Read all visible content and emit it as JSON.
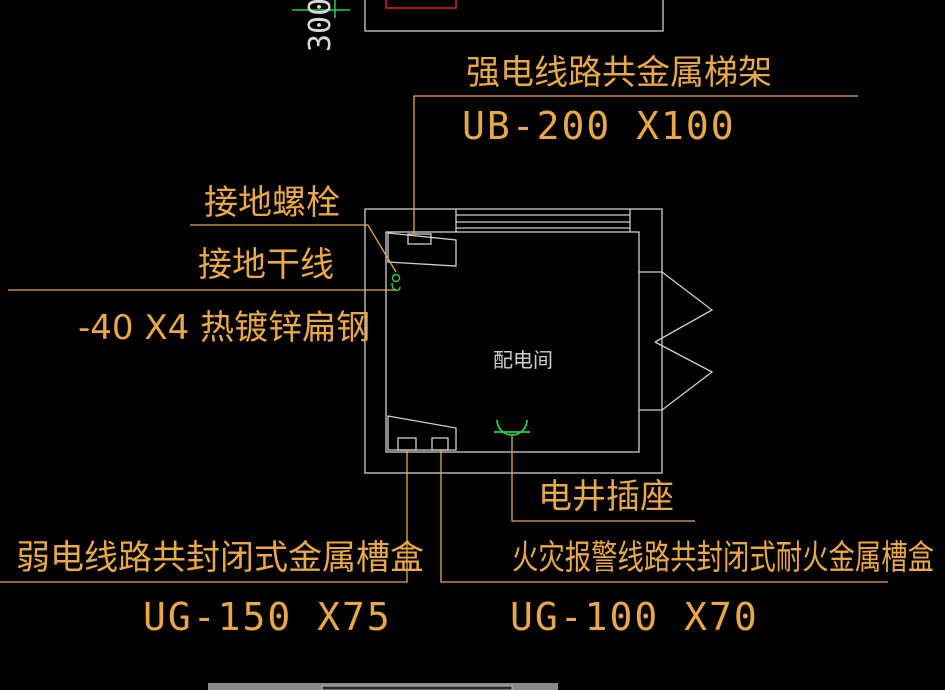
{
  "labels": {
    "strong_tray_title": "强电线路共金属梯架",
    "strong_tray_code": "UB-200 X100",
    "ground_bolt": "接地螺栓",
    "ground_trunk": "接地干线",
    "ground_steel": "-40 X4 热镀锌扁钢",
    "room_name": "配电间",
    "shaft_socket": "电井插座",
    "weak_trunk_title": "弱电线路共封闭式金属槽盒",
    "weak_trunk_code": "UG-150 X75",
    "fire_trunk_title": "火灾报警线路共封闭式耐火金属槽盒",
    "fire_trunk_code": "UG-100 X70",
    "dimension_top": "300"
  },
  "colors": {
    "background": "#000000",
    "label_text": "#e8a84a",
    "leader_line": "#e8a84a",
    "wall_line": "#cfcfcf",
    "green_mark": "#2ecc40",
    "red_mark": "#e02020"
  }
}
